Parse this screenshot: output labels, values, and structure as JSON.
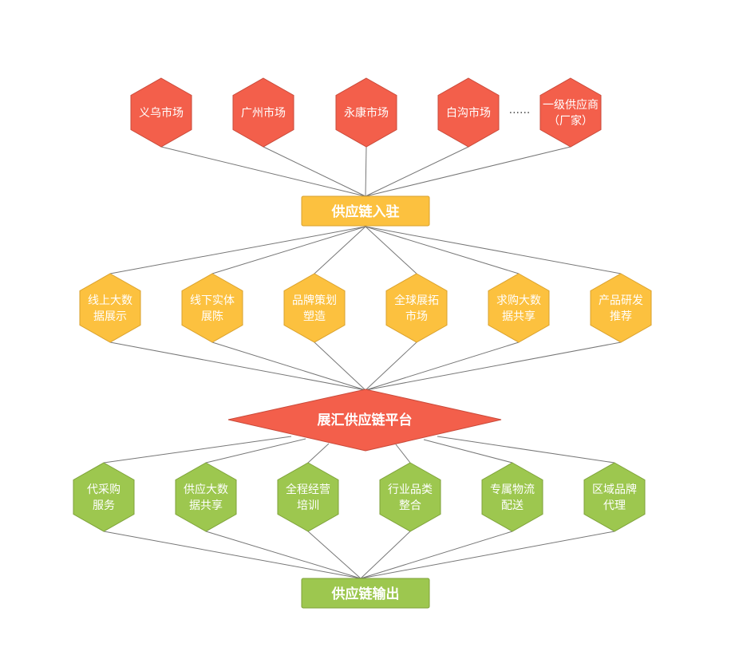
{
  "colors": {
    "red": "#f35f4b",
    "red_stroke": "#c94a3a",
    "yellow": "#fcc13f",
    "yellow_stroke": "#d9a12d",
    "green": "#9dc74f",
    "green_stroke": "#7ea23a",
    "line": "#777777"
  },
  "sources": {
    "items": [
      {
        "lines": [
          "义乌市场"
        ]
      },
      {
        "lines": [
          "广州市场"
        ]
      },
      {
        "lines": [
          "永康市场"
        ]
      },
      {
        "lines": [
          "白沟市场"
        ]
      },
      {
        "lines": [
          "一级供应商",
          "（厂家）"
        ]
      }
    ],
    "ellipsis": "······"
  },
  "entry_box": {
    "label": "供应链入驻"
  },
  "services": {
    "items": [
      {
        "lines": [
          "线上大数",
          "据展示"
        ]
      },
      {
        "lines": [
          "线下实体",
          "展陈"
        ]
      },
      {
        "lines": [
          "品牌策划",
          "塑造"
        ]
      },
      {
        "lines": [
          "全球展拓",
          "市场"
        ]
      },
      {
        "lines": [
          "求购大数",
          "据共享"
        ]
      },
      {
        "lines": [
          "产品研发",
          "推荐"
        ]
      }
    ]
  },
  "platform": {
    "label": "展汇供应链平台"
  },
  "outputs": {
    "items": [
      {
        "lines": [
          "代采购",
          "服务"
        ]
      },
      {
        "lines": [
          "供应大数",
          "据共享"
        ]
      },
      {
        "lines": [
          "全程经营",
          "培训"
        ]
      },
      {
        "lines": [
          "行业品类",
          "整合"
        ]
      },
      {
        "lines": [
          "专属物流",
          "配送"
        ]
      },
      {
        "lines": [
          "区域品牌",
          "代理"
        ]
      }
    ]
  },
  "output_box": {
    "label": "供应链输出"
  }
}
